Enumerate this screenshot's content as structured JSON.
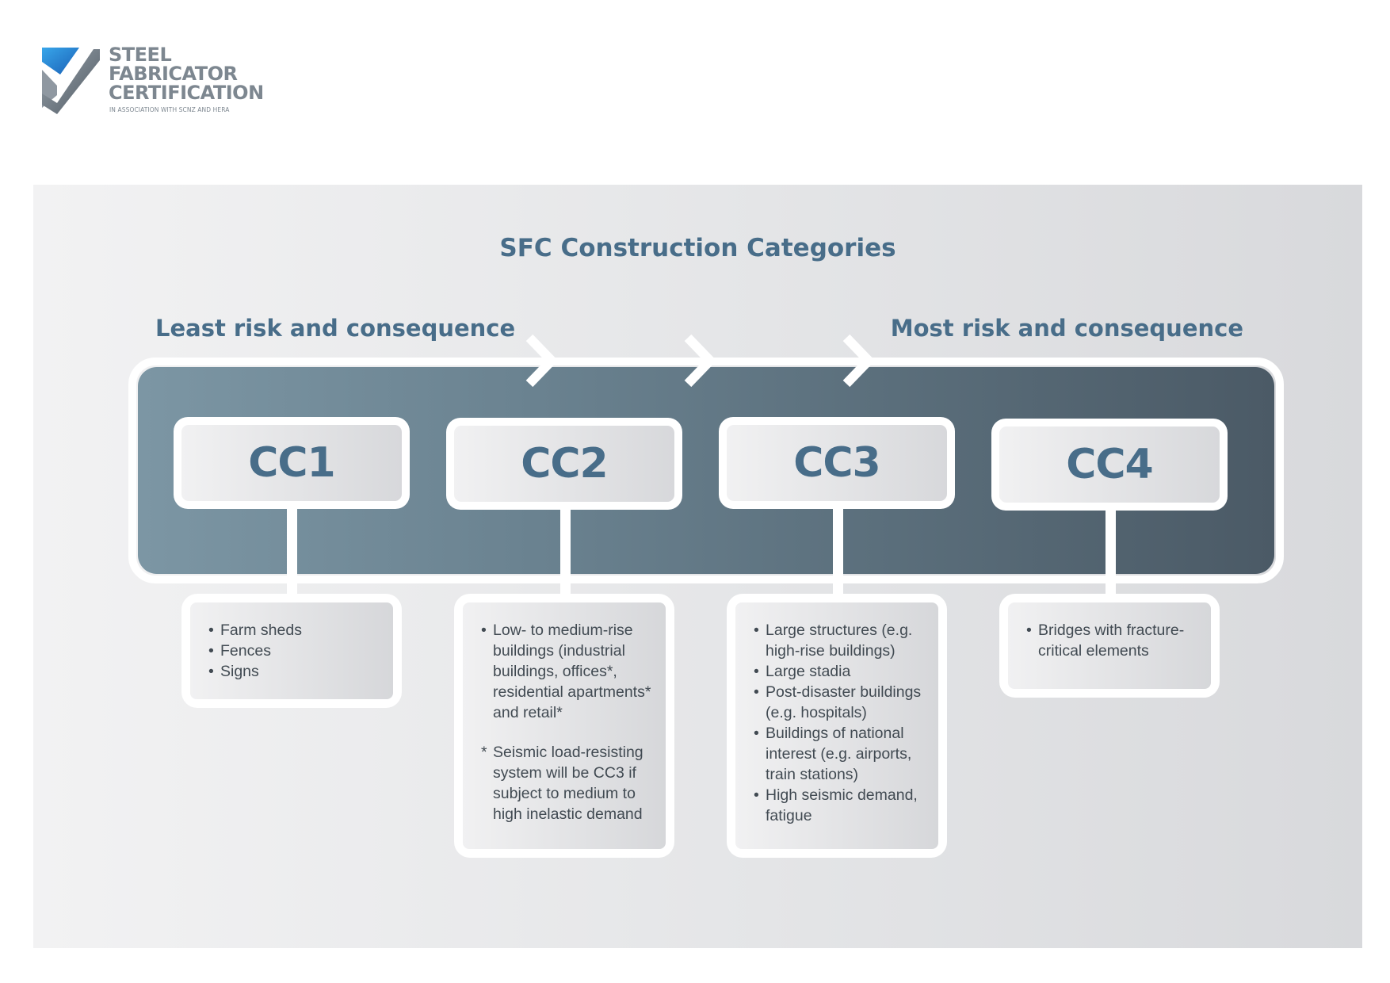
{
  "logo": {
    "line1": "STEEL",
    "line2": "FABRICATOR",
    "line3": "CERTIFICATION",
    "tagline": "IN ASSOCIATION WITH SCNZ AND HERA",
    "colors": {
      "blue": "#1f6fc4",
      "grey": "#7d8790"
    }
  },
  "diagram": {
    "title": "SFC Construction Categories",
    "scale_low": "Least risk and consequence",
    "scale_high": "Most risk and consequence",
    "categories": [
      {
        "label": "CC1",
        "items": [
          "Farm sheds",
          "Fences",
          "Signs"
        ],
        "note": ""
      },
      {
        "label": "CC2",
        "items": [
          "Low- to medium-rise buildings (industrial buildings, offices*, residential apartments* and retail*"
        ],
        "note": "Seismic load-resisting system will be CC3 if subject to medium to high inelastic demand"
      },
      {
        "label": "CC3",
        "items": [
          "Large structures (e.g. high-rise buildings)",
          "Large stadia",
          "Post-disaster buildings (e.g. hospitals)",
          "Buildings of national interest (e.g. airports, train stations)",
          "High seismic demand, fatigue"
        ],
        "note": ""
      },
      {
        "label": "CC4",
        "items": [
          "Bridges with fracture-critical elements"
        ],
        "note": ""
      }
    ],
    "colors": {
      "accent": "#486d89",
      "band_start": "#7c96a4",
      "band_end": "#4b5a66",
      "text": "#414a52"
    }
  }
}
